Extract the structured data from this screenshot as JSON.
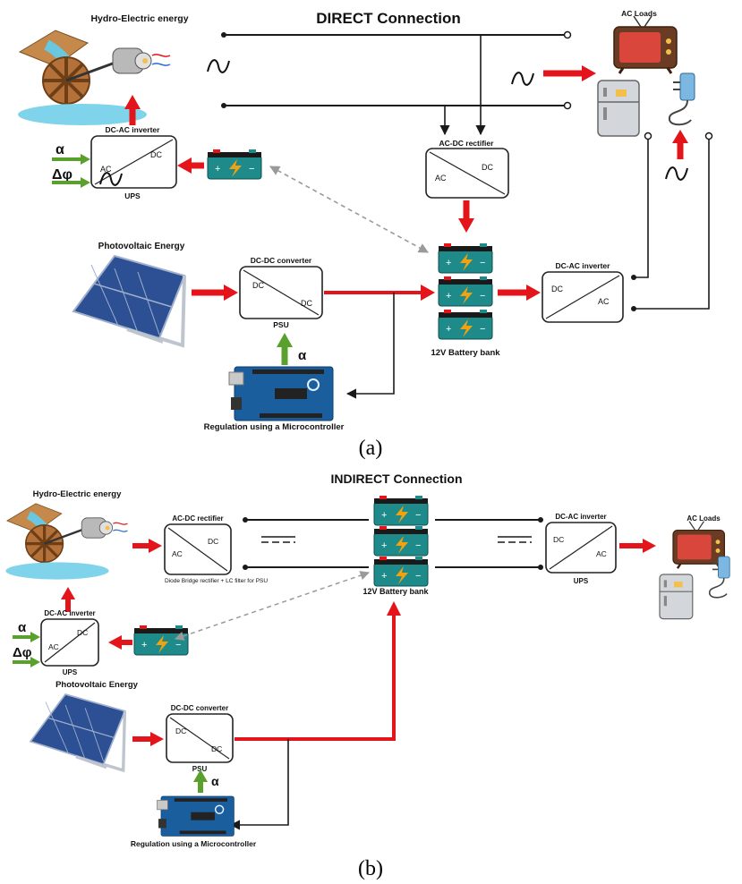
{
  "colors": {
    "power_arrow": "#e3151b",
    "control_arrow": "#5aa02c",
    "wire": "#1a1a1a",
    "battery_cell": "#1f8a8a",
    "panel": "#2d4f93",
    "board": "#1b5e9e",
    "link_dashed": "#9a9a9a"
  },
  "icons": [
    "hydro-turbine-icon",
    "battery-icon",
    "solar-panel-icon",
    "microcontroller-board-icon",
    "tv-icon",
    "fridge-icon",
    "charger-icon",
    "sine-wave-icon"
  ],
  "a": {
    "title": "DIRECT Connection",
    "caption": "(a)",
    "hydro": "Hydro-Electric energy",
    "ac_loads": "AC Loads",
    "ups_inverter": {
      "title": "DC-AC inverter",
      "in": "AC",
      "out": "DC",
      "foot": "UPS"
    },
    "alpha": "α",
    "dphi": "Δφ",
    "rectifier": {
      "title": "AC-DC rectifier",
      "in": "AC",
      "out": "DC"
    },
    "pv": "Photovoltaic Energy",
    "converter": {
      "title": "DC-DC converter",
      "in": "DC",
      "out": "DC",
      "foot": "PSU"
    },
    "alpha2": "α",
    "battery_bank": "12V Battery bank",
    "load_inverter": {
      "title": "DC-AC inverter",
      "in": "DC",
      "out": "AC"
    },
    "mcu": "Regulation using a Microcontroller"
  },
  "b": {
    "title": "INDIRECT Connection",
    "caption": "(b)",
    "hydro": "Hydro-Electric energy",
    "rectifier": {
      "title": "AC-DC rectifier",
      "in": "AC",
      "out": "DC",
      "note": "Diode Bridge rectifier + LC filter for PSU"
    },
    "battery_bank": "12V Battery bank",
    "load_inverter": {
      "title": "DC-AC inverter",
      "in": "DC",
      "out": "AC",
      "foot": "UPS"
    },
    "ac_loads": "AC Loads",
    "ups_inverter": {
      "title": "DC-AC inverter",
      "in": "AC",
      "out": "DC",
      "foot": "UPS"
    },
    "alpha": "α",
    "dphi": "Δφ",
    "pv": "Photovoltaic Energy",
    "converter": {
      "title": "DC-DC converter",
      "in": "DC",
      "out": "DC",
      "foot": "PSU"
    },
    "alpha2": "α",
    "mcu": "Regulation using a Microcontroller"
  }
}
